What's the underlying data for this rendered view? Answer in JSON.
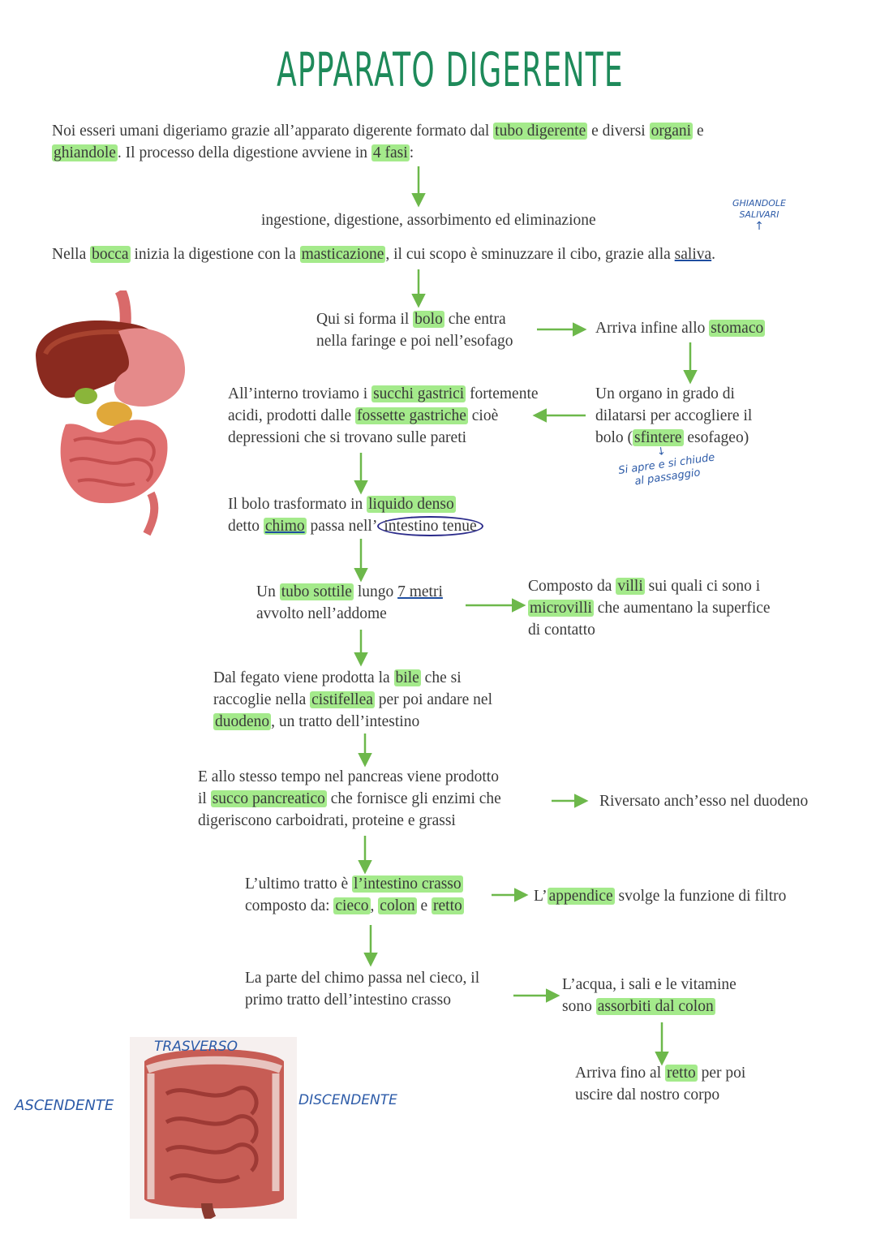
{
  "title": "APPARATO DIGERENTE",
  "intro": {
    "p1": "Noi esseri umani digeriamo grazie all’apparato digerente formato dal ",
    "hl1": "tubo digerente",
    "p2": " e diversi ",
    "hl2": "organi",
    "p3": " e",
    "hl3": "ghiandole",
    "p4": ". Il processo della digestione avviene in ",
    "hl4": "4 fasi",
    "p5": ":"
  },
  "phases": "ingestione, digestione, assorbimento ed eliminazione",
  "note_glands": {
    "l1": "GHIANDOLE",
    "l2": "SALIVARI",
    "arrow": "↑"
  },
  "mouth": {
    "p1": "Nella ",
    "hl1": "bocca",
    "p2": " inizia la digestione con la ",
    "hl2": "masticazione",
    "p3": ", il cui scopo è sminuzzare il cibo, grazie alla ",
    "ul": "saliva",
    "p4": "."
  },
  "bolus": {
    "l1a": "Qui si forma il ",
    "hl": "bolo",
    "l1b": " che entra",
    "l2": "nella faringe e poi nell’esofago"
  },
  "stomach_arrive": {
    "a": "Arriva infine allo ",
    "hl": "stomaco"
  },
  "stomach_desc": {
    "l1": "Un organo in grado di",
    "l2": "dilatarsi per accogliere il",
    "l3a": "bolo (",
    "hl": "sfintere",
    "l3b": " esofageo)"
  },
  "note_sphincter": {
    "arrow": "↓",
    "l1": "Si apre e si chiude",
    "l2": "al passaggio"
  },
  "gastric": {
    "l1a": "All’interno troviamo i ",
    "hl1": "succhi gastrici",
    "l1b": " fortemente",
    "l2a": "acidi, prodotti dalle ",
    "hl2": "fossette gastriche",
    "l2b": " cioè",
    "l3": "depressioni che si trovano sulle pareti"
  },
  "chyme": {
    "l1a": "Il bolo trasformato in ",
    "hl1": "liquido denso",
    "l2a": "detto ",
    "hl2": "chimo",
    "l2b": " passa nell’",
    "circle": "intestino tenue"
  },
  "small_int": {
    "l1a": "Un ",
    "hl": "tubo sottile",
    "l1b": " lungo ",
    "ul": "7 metri",
    "l2": "avvolto nell’addome"
  },
  "villi": {
    "l1a": "Composto da ",
    "hl1": "villi",
    "l1b": " sui quali ci sono i",
    "hl2": "microvilli",
    "l2b": " che aumentano la superfice",
    "l3": "di contatto"
  },
  "bile": {
    "l1a": "Dal fegato viene prodotta la ",
    "hl1": "bile",
    "l1b": " che si",
    "l2a": "raccoglie nella ",
    "hl2": "cistifellea",
    "l2b": " per poi andare nel",
    "hl3": "duodeno",
    "l3b": ", un tratto dell’intestino"
  },
  "pancreas": {
    "l1": "E allo stesso tempo nel pancreas viene prodotto",
    "l2a": "il ",
    "hl": "succo pancreatico",
    "l2b": " che fornisce gli enzimi che",
    "l3": "digeriscono carboidrati, proteine e grassi"
  },
  "pancreas_side": "Riversato anch’esso nel duodeno",
  "large_int": {
    "l1a": "L’ultimo tratto è ",
    "hl1": "l’intestino crasso",
    "l2a": "composto da: ",
    "hl2": "cieco",
    "sep": ", ",
    "hl3": "colon",
    "and": " e ",
    "hl4": "retto"
  },
  "appendix": {
    "a": "L’",
    "hl": "appendice",
    "b": " svolge la funzione di filtro"
  },
  "cecum": {
    "l1": "La parte del chimo passa nel cieco, il",
    "l2": "primo tratto dell’intestino crasso"
  },
  "absorb": {
    "l1": "L’acqua, i sali e le vitamine",
    "l2a": "sono ",
    "hl": "assorbiti dal colon"
  },
  "rectum": {
    "l1a": "Arriva fino al ",
    "hl": "retto",
    "l1b": " per poi",
    "l2": "uscire dal nostro corpo"
  },
  "labels": {
    "ascending": "ASCENDENTE",
    "descending": "DISCENDENTE",
    "transverse": "TRASVERSO"
  },
  "colors": {
    "highlight": "#a4ea8b",
    "arrow": "#6db84b",
    "title": "#1e8a5a",
    "pen": "#2d5ba8"
  }
}
